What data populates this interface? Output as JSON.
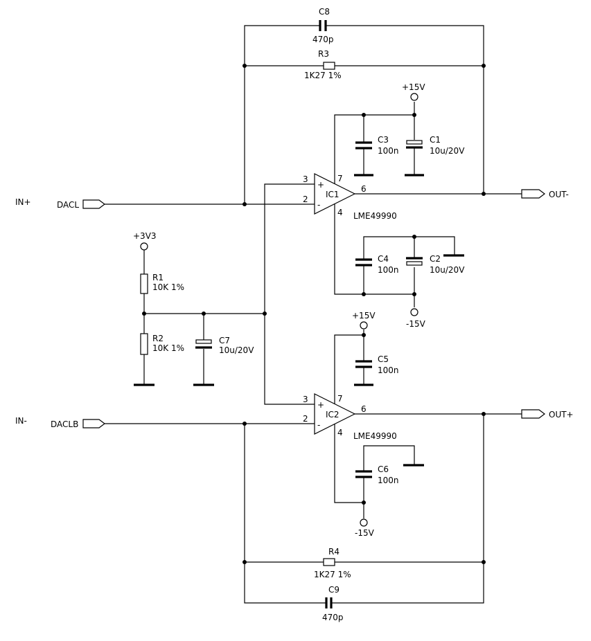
{
  "nets": {
    "in_plus": "IN+",
    "in_minus": "IN-",
    "dacl": "DACL",
    "daclb": "DACLB",
    "out_minus": "OUT-",
    "out_plus": "OUT+",
    "v3v3": "+3V3",
    "vp_top": "+15V",
    "vn_top": "-15V",
    "vp_bot": "+15V",
    "vn_bot": "-15V"
  },
  "components": {
    "c8": {
      "ref": "C8",
      "value": "470p"
    },
    "r3": {
      "ref": "R3",
      "value": "1K27 1%"
    },
    "c3": {
      "ref": "C3",
      "value": "100n"
    },
    "c1": {
      "ref": "C1",
      "value": "10u/20V"
    },
    "c4": {
      "ref": "C4",
      "value": "100n"
    },
    "c2": {
      "ref": "C2",
      "value": "10u/20V"
    },
    "r1": {
      "ref": "R1",
      "value": "10K 1%"
    },
    "r2": {
      "ref": "R2",
      "value": "10K 1%"
    },
    "c7": {
      "ref": "C7",
      "value": "10u/20V"
    },
    "c5": {
      "ref": "C5",
      "value": "100n"
    },
    "c6": {
      "ref": "C6",
      "value": "100n"
    },
    "r4": {
      "ref": "R4",
      "value": "1K27 1%"
    },
    "c9": {
      "ref": "C9",
      "value": "470p"
    },
    "ic1": {
      "ref": "IC1",
      "part": "LME49990",
      "pin_plus": "3",
      "pin_minus": "2",
      "pin_out": "6",
      "pin_vp": "7",
      "pin_vn": "4",
      "sign_plus": "+",
      "sign_minus": "-"
    },
    "ic2": {
      "ref": "IC2",
      "part": "LME49990",
      "pin_plus": "3",
      "pin_minus": "2",
      "pin_out": "6",
      "pin_vp": "7",
      "pin_vn": "4",
      "sign_plus": "+",
      "sign_minus": "-"
    }
  }
}
